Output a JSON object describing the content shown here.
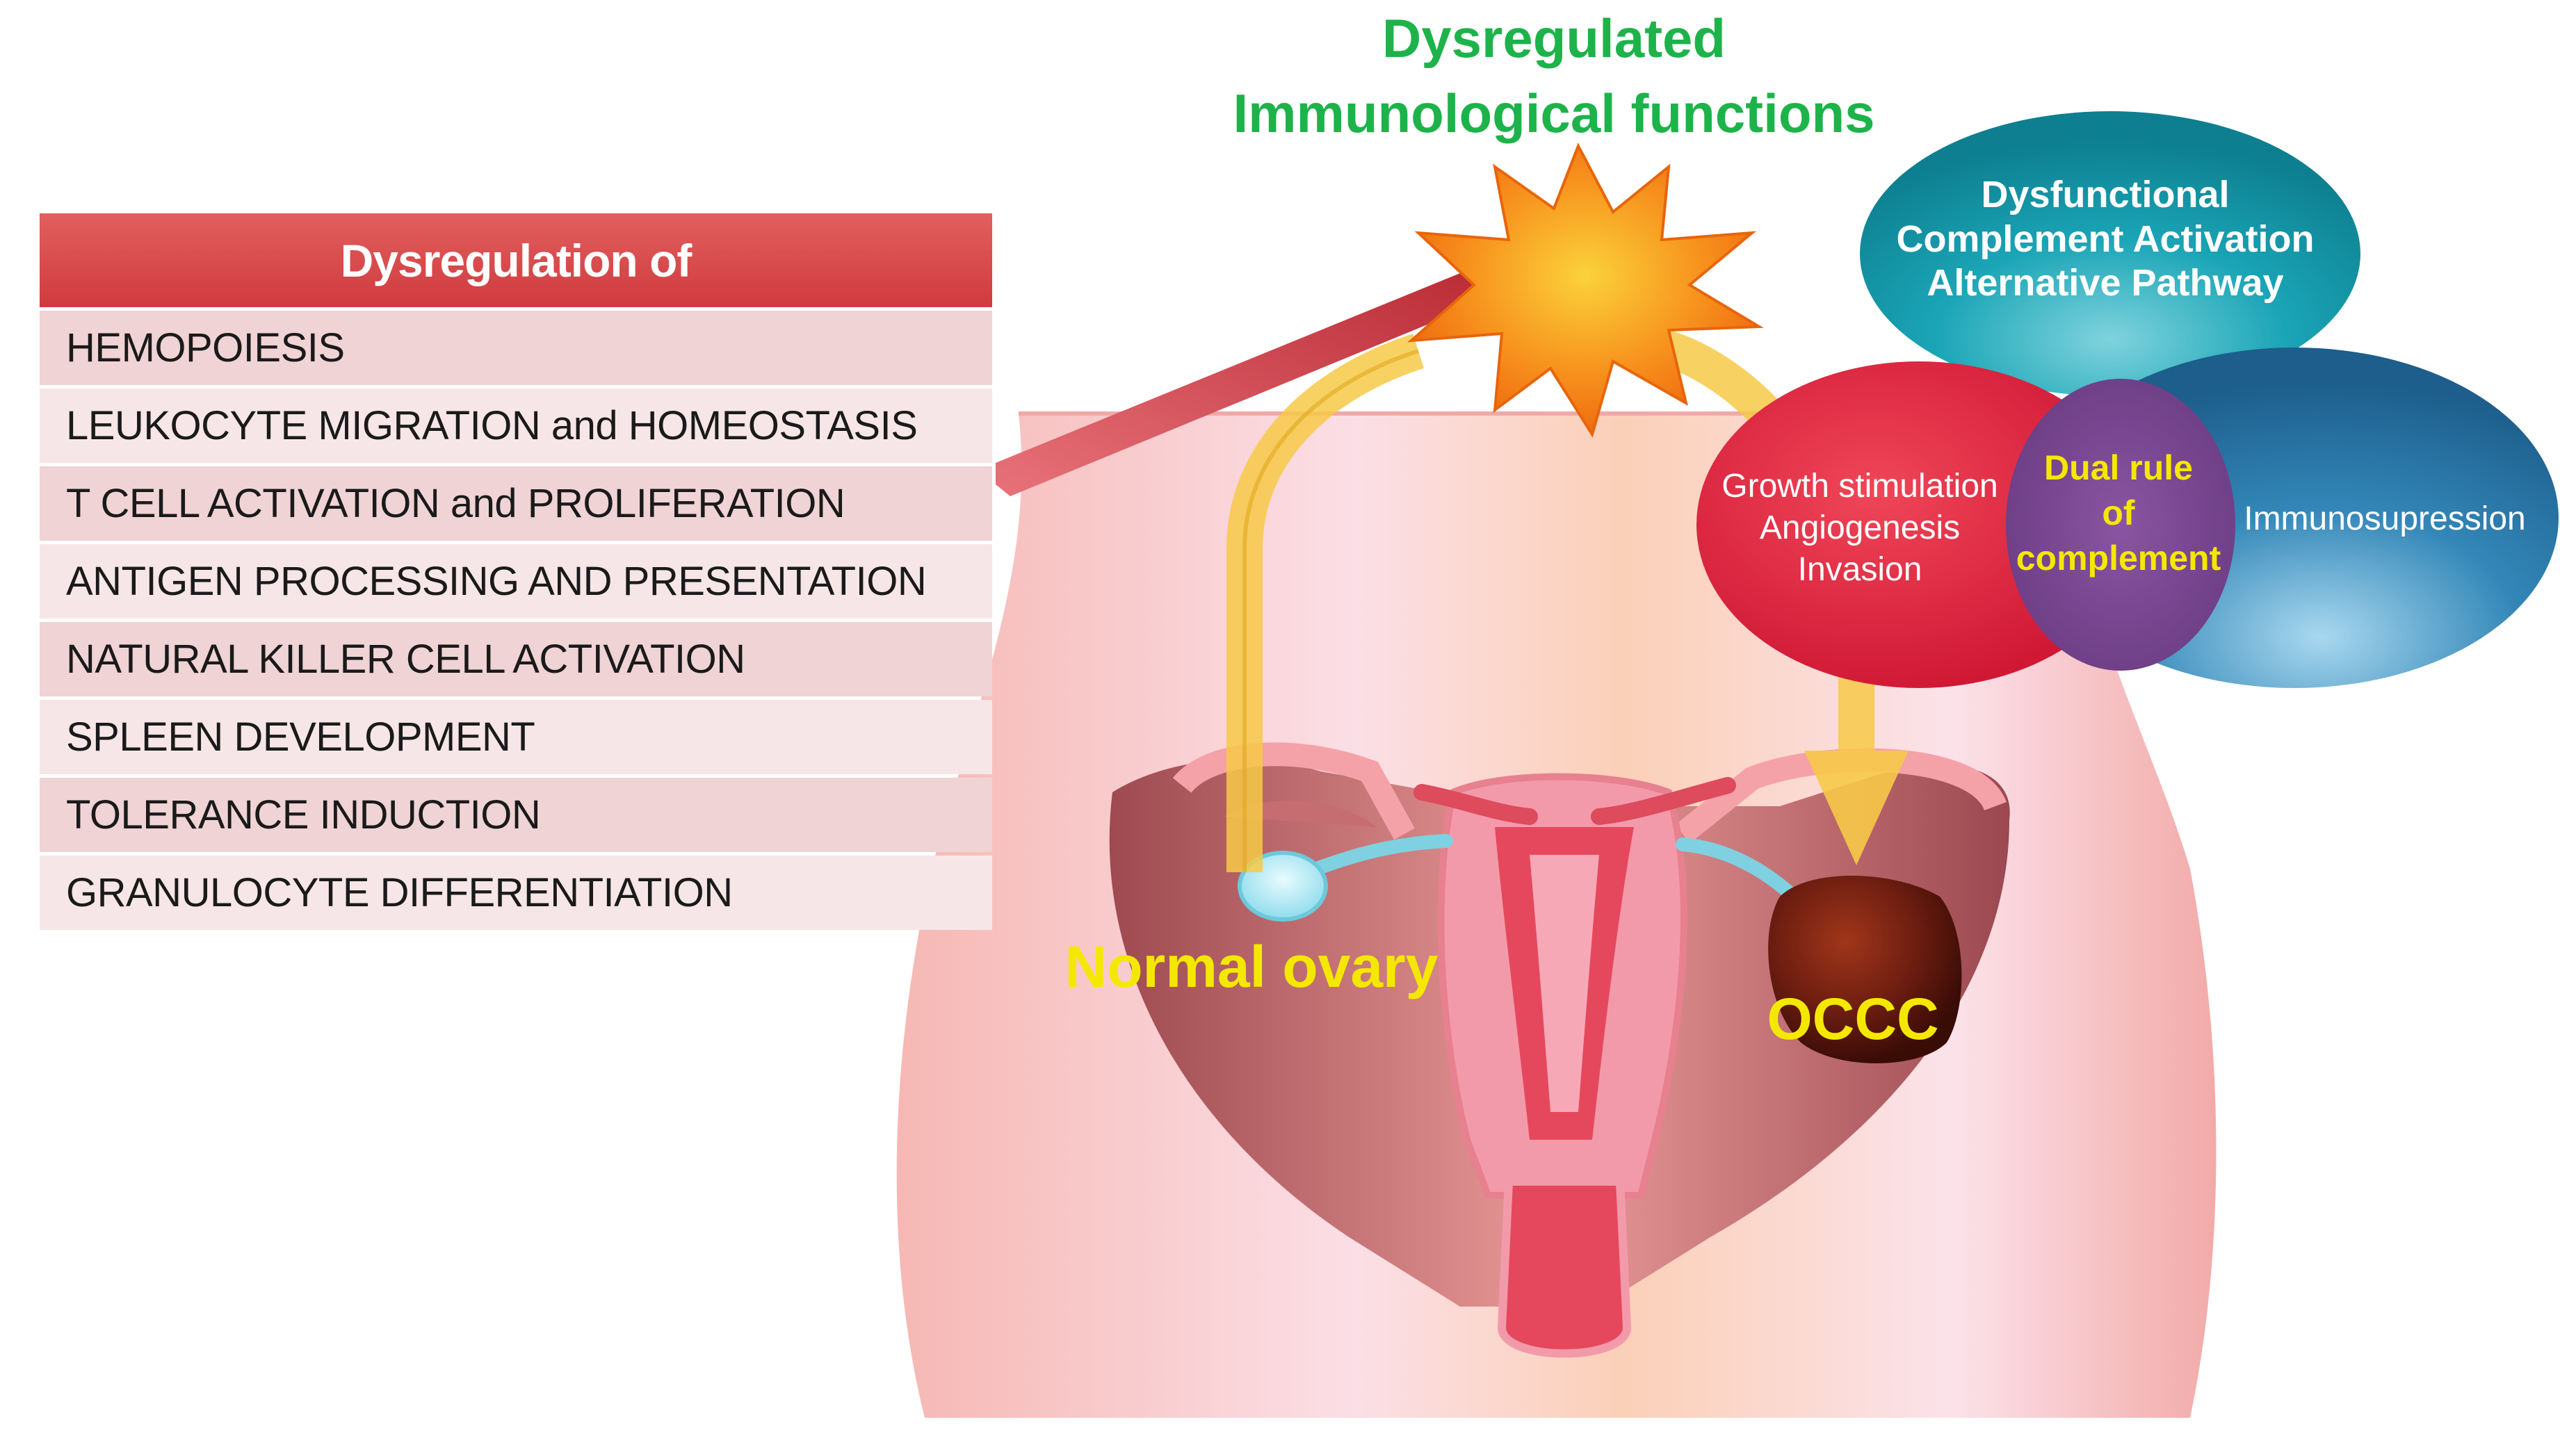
{
  "top_label": {
    "line1": "Dysregulated",
    "line2": "Immunological functions"
  },
  "table": {
    "header": "Dysregulation of",
    "items": [
      "HEMOPOIESIS",
      "LEUKOCYTE  MIGRATION   and HOMEOSTASIS",
      "T CELL ACTIVATION  and PROLIFERATION",
      "ANTIGEN  PROCESSING AND PRESENTATION",
      "NATURAL KILLER  CELL ACTIVATION",
      "SPLEEN DEVELOPMENT",
      "TOLERANCE INDUCTION",
      "GRANULOCYTE  DIFFERENTIATION"
    ]
  },
  "complement": {
    "top_line1": "Dysfunctional",
    "top_line2": "Complement Activation",
    "top_line3": "Alternative Pathway",
    "left_line1": "Growth  stimulation",
    "left_line2": "Angiogenesis",
    "left_line3": "Invasion",
    "center_line1": "Dual rule",
    "center_line2": "of",
    "center_line3": "complement",
    "right": "Immunosupression"
  },
  "labels": {
    "normal_ovary": "Normal ovary",
    "occc": "OCCC"
  },
  "colors": {
    "title_green": "#1db34a",
    "header_red": "#d94448",
    "label_yellow": "#f5e800",
    "teal": "#139aac",
    "crimson": "#e5223f",
    "blue": "#2a79a8",
    "purple": "#7a4490",
    "star_orange": "#f7931e"
  }
}
